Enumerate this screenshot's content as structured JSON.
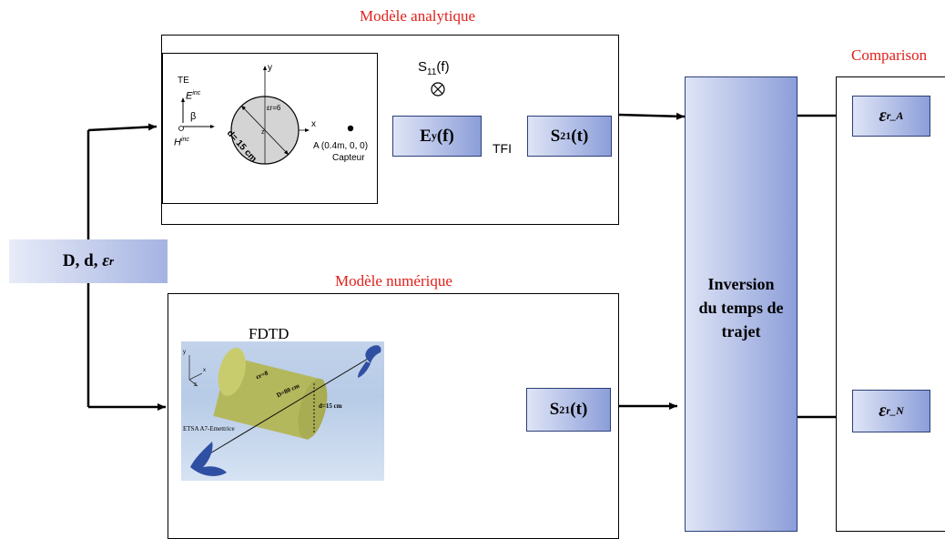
{
  "titles": {
    "analytical": "Modèle analytique",
    "numerical": "Modèle numérique",
    "comparison": "Comparison"
  },
  "input_box": {
    "label_prefix": "D, d, ",
    "label_eps": "ε",
    "label_sub": "r"
  },
  "analytical_schematic": {
    "te_label": "TE",
    "e_label": "E",
    "e_sup": "inc",
    "beta_label": "β",
    "h_label": "H",
    "h_sup": "inc",
    "y_axis": "y",
    "x_axis": "x",
    "z_axis": "z",
    "eps_label": "εr=6",
    "diameter_label": "d= 15 cm",
    "point_label": "A (0.4m, 0, 0)",
    "sensor_label": "Capteur"
  },
  "s11": {
    "main": "S",
    "sub": "11",
    "suffix": "(f)"
  },
  "ey_box": {
    "main": "E",
    "sub": "y",
    "suffix": "(f)"
  },
  "tfi_label": "TFI",
  "s21_analytical": {
    "main": "S",
    "sub": "21",
    "suffix": "(t)"
  },
  "s21_numerical": {
    "main": "S",
    "sub": "21",
    "suffix": "(t)"
  },
  "fdtd": {
    "label": "FDTD",
    "eps_label": "εr=8",
    "big_d_label": "D=80 cm",
    "small_d_label": "d=15 cm",
    "emitter_label": "ETSA A7-Emettrice",
    "axis_y": "y",
    "axis_x": "x",
    "axis_z": "z"
  },
  "inversion_box": {
    "line1": "Inversion",
    "line2": "du temps de",
    "line3": "trajet"
  },
  "eps_a": {
    "main": "ε",
    "sub": "r_A"
  },
  "eps_n": {
    "main": "ε",
    "sub": "r_N"
  },
  "colors": {
    "title_red": "#e0201b",
    "box_light": "#dfe5f6",
    "box_dark": "#8c9ed9",
    "border": "#2c3e78"
  }
}
